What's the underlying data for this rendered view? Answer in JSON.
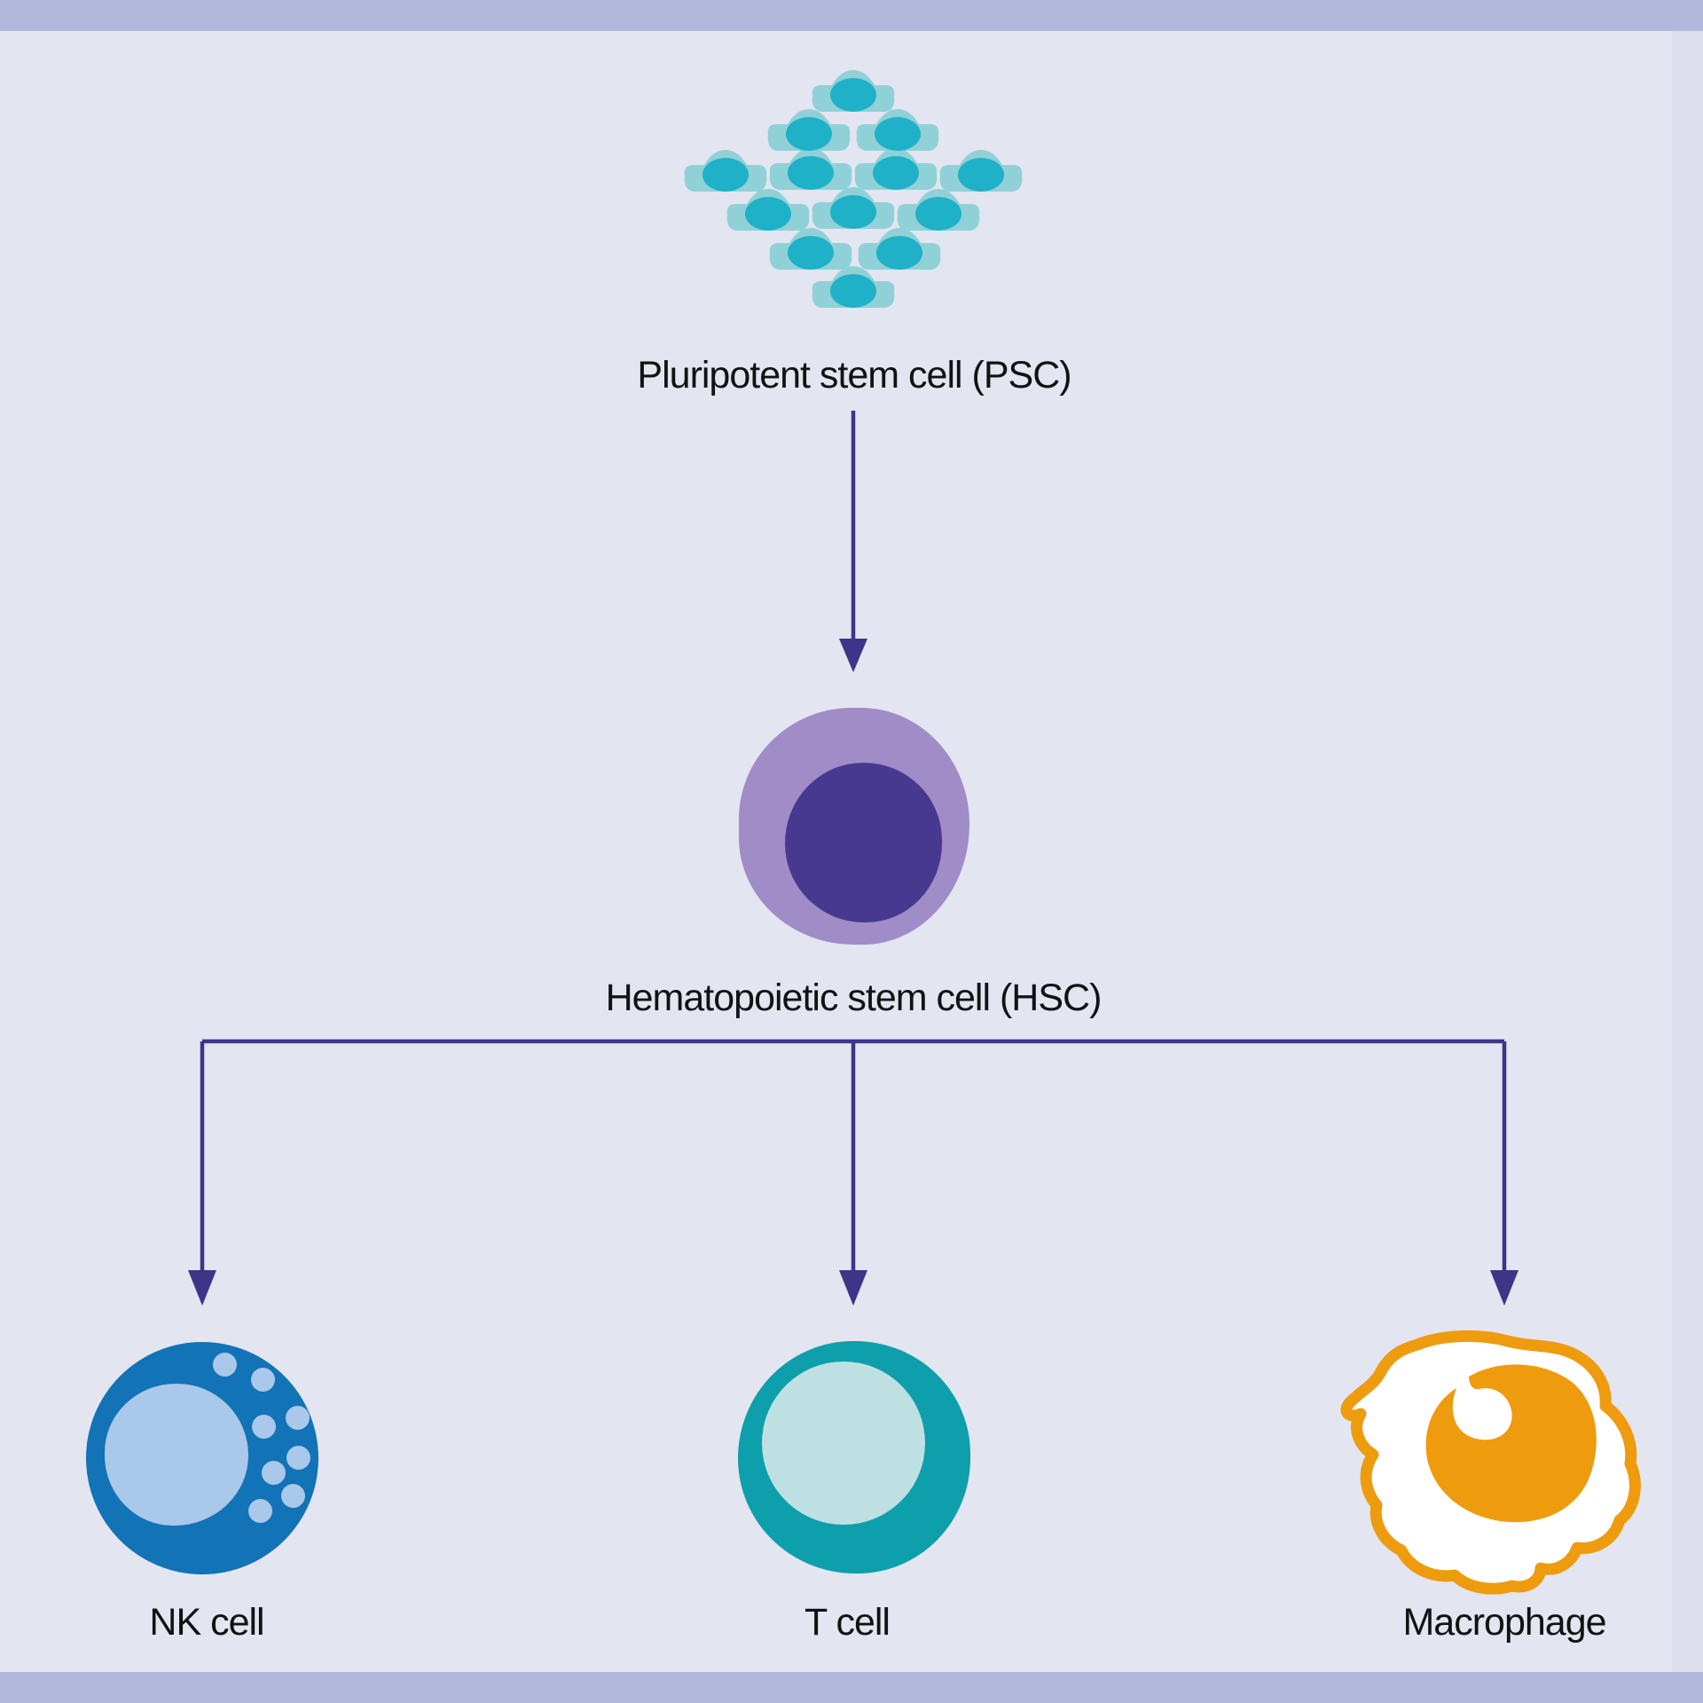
{
  "diagram": {
    "labels": {
      "psc": "Pluripotent stem cell (PSC)",
      "hsc": "Hematopoietic stem cell (HSC)",
      "nk": "NK cell",
      "t": "T cell",
      "macrophage": "Macrophage"
    }
  },
  "colors": {
    "bg": "#e3e5f1",
    "bar": "#b1b7da",
    "edge": "#dde0ec",
    "pscBody": "#90d1d7",
    "pscNucleus": "#1fb1c8",
    "arrow": "#3e3589",
    "hscOuter": "#a08cc6",
    "hscNucleus": "#46398f",
    "nkOuter": "#1273b6",
    "nkLight": "#a9c8ea",
    "tOuter": "#0d9fab",
    "tInner": "#bfe0e2",
    "macOrange": "#ee9b0e",
    "white": "#ffffff",
    "text": "#121212"
  }
}
